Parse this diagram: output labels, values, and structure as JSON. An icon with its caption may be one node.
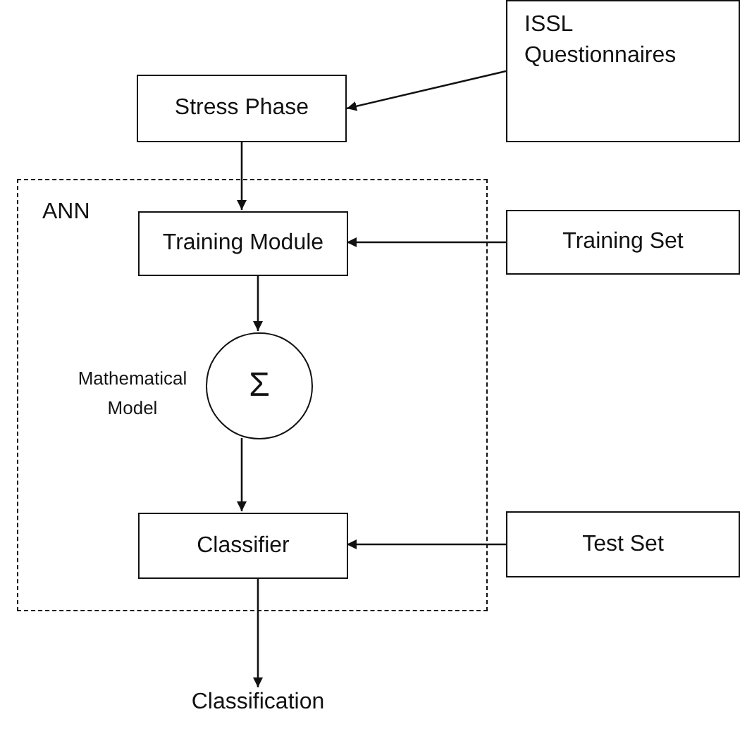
{
  "diagram": {
    "nodes": [
      {
        "text": [
          "Stress Phase"
        ]
      },
      {
        "text": [
          "ISSL Questionnaires"
        ]
      },
      {
        "text": [
          "ANN"
        ]
      },
      {
        "text": [
          "Training Module"
        ],
        "in": 2
      },
      {
        "text": [
          "Training Set"
        ]
      },
      {
        "text": [
          "Σ"
        ],
        "in": 2,
        "beside": [
          "Mathematical Model"
        ]
      },
      {
        "text": [
          "Classifier"
        ],
        "in": 2
      },
      {
        "text": [
          "Test Set"
        ]
      },
      {
        "text": [
          "Classification"
        ]
      }
    ],
    "edges": [
      {
        "from": 1,
        "to": 0,
        "arrow": "to"
      },
      {
        "from": 0,
        "to": 3,
        "arrow": "to"
      },
      {
        "from": 4,
        "to": 3,
        "arrow": "to"
      },
      {
        "from": 3,
        "to": 5,
        "arrow": "to"
      },
      {
        "from": 5,
        "to": 6,
        "arrow": "to"
      },
      {
        "from": 7,
        "to": 6,
        "arrow": "to"
      },
      {
        "from": 6,
        "to": 8,
        "arrow": "to"
      }
    ]
  }
}
